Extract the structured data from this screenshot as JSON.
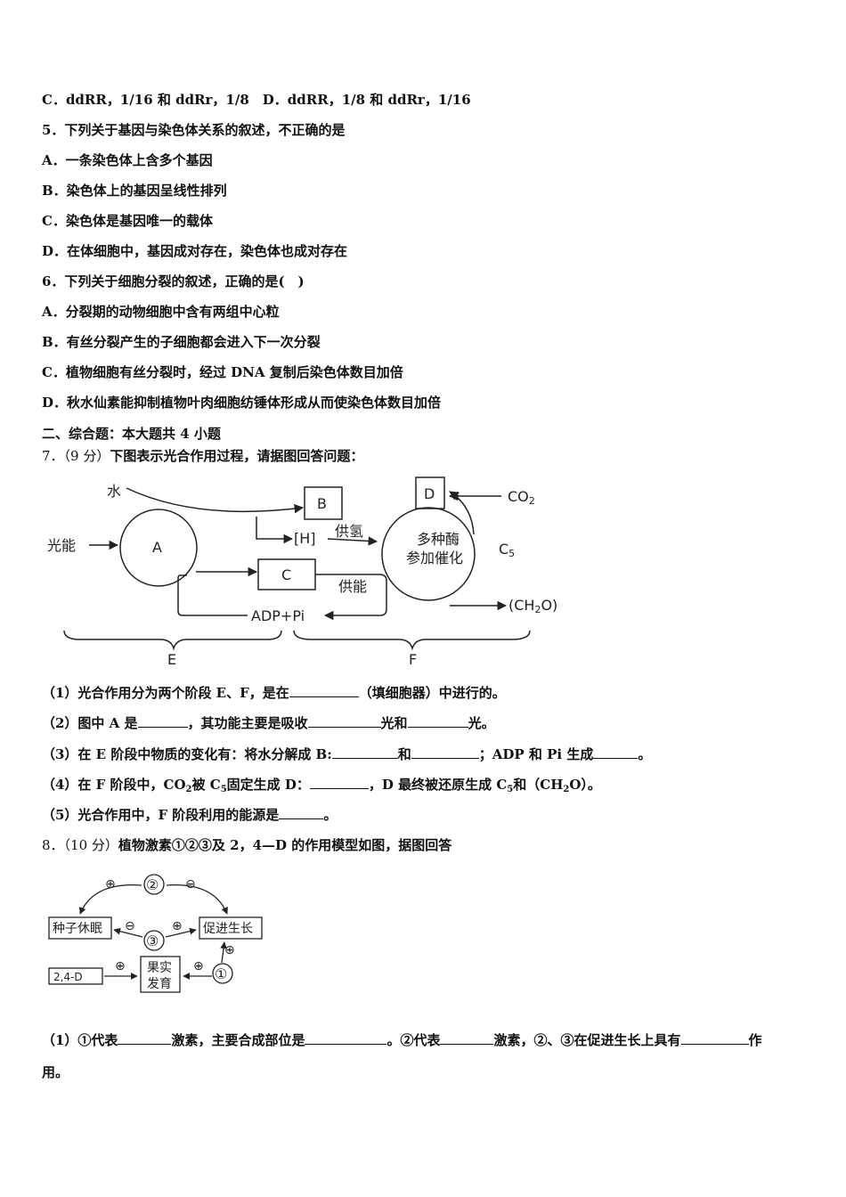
{
  "q4_options_cd": "C．ddRR，1/16 和 ddRr，1/8　D．ddRR，1/8 和 ddRr，1/16",
  "q5": {
    "stem": "5．下列关于基因与染色体关系的叙述，不正确的是",
    "options": [
      "A．一条染色体上含多个基因",
      "B．染色体上的基因呈线性排列",
      "C．染色体是基因唯一的载体",
      "D．在体细胞中，基因成对存在，染色体也成对存在"
    ]
  },
  "q6": {
    "stem": "6．下列关于细胞分裂的叙述，正确的是(　)",
    "options": [
      "A．分裂期的动物细胞中含有两组中心粒",
      "B．有丝分裂产生的子细胞都会进入下一次分裂",
      "C．植物细胞有丝分裂时，经过 DNA 复制后染色体数目加倍",
      "D．秋水仙素能抑制植物叶肉细胞纺锤体形成从而使染色体数目加倍"
    ]
  },
  "section2_title": "二、综合题：本大题共 4 小题",
  "q7": {
    "number": "7．",
    "score": "（9 分）",
    "stem": "下图表示光合作用过程，请据图回答问题：",
    "diagram": {
      "water": "水",
      "light": "光能",
      "A": "A",
      "B": "B",
      "H": "[H]",
      "supply_h": "供氢",
      "C": "C",
      "supply_energy": "供能",
      "adp": "ADP+Pi",
      "D": "D",
      "co2": "CO",
      "co2_sub": "2",
      "c5": "C",
      "c5_sub": "5",
      "enzyme_1": "多种酶",
      "enzyme_2": "参加催化",
      "ch2o": "(CH",
      "ch2o_sub": "2",
      "ch2o_end": "O)",
      "E": "E",
      "F": "F"
    },
    "sub1_a": "（1）光合作用分为两个阶段 E、F，是在",
    "sub1_b": "（填细胞器）中进行的。",
    "sub2_a": "（2）图中 A 是",
    "sub2_b": "，其功能主要是吸收",
    "sub2_c": "光和",
    "sub2_d": "光。",
    "sub3_a": "（3）在 E 阶段中物质的变化有：将水分解成 B:",
    "sub3_b": "和",
    "sub3_c": "；ADP 和 Pi 生成",
    "sub3_d": "。",
    "sub4_a": "（4）在 F 阶段中，CO",
    "sub4_sub1": "2",
    "sub4_b": "被 C",
    "sub4_sub2": "5",
    "sub4_c": "固定生成 D：",
    "sub4_d": "，D 最终被还原生成 C",
    "sub4_sub3": "5",
    "sub4_e": "和（CH",
    "sub4_sub4": "2",
    "sub4_f": "O）。",
    "sub5_a": "（5）光合作用中，F 阶段利用的能源是",
    "sub5_b": "。"
  },
  "q8": {
    "number": "8．",
    "score": "（10 分）",
    "stem": "植物激素①②③及 2，4—D 的作用模型如图，据图回答",
    "diagram": {
      "n2": "②",
      "n3": "③",
      "n1": "①",
      "plus": "⊕",
      "minus": "⊖",
      "seed_dormancy": "种子休眠",
      "promote_growth": "促进生长",
      "d24": "2,4-D",
      "fruit_1": "果实",
      "fruit_2": "发育"
    },
    "sub1_a": "（1）①代表",
    "sub1_b": "激素，主要合成部位是",
    "sub1_c": "。②代表",
    "sub1_d": "激素，②、③在促进生长上具有",
    "sub1_e": "作",
    "sub1_f": "用。"
  }
}
